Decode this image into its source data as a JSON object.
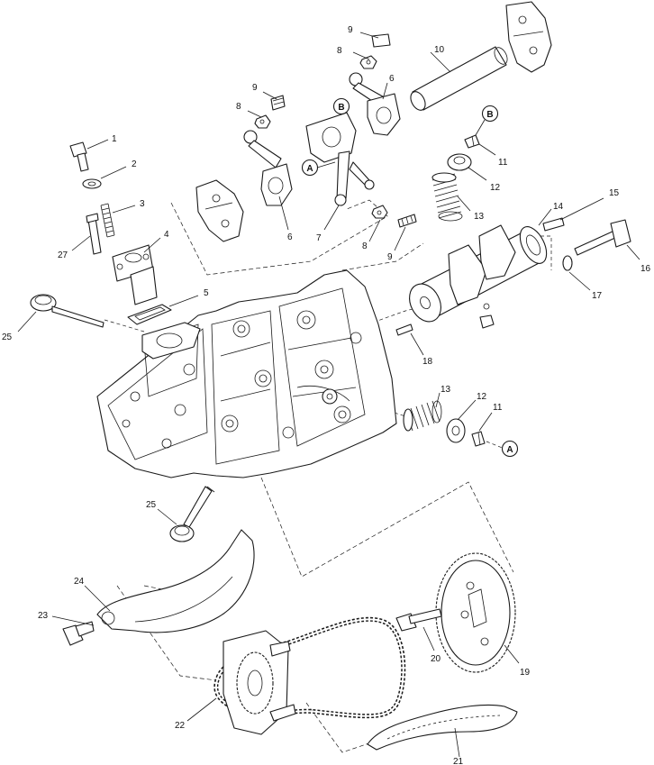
{
  "callouts": [
    {
      "id": "c1",
      "label": "1"
    },
    {
      "id": "c2",
      "label": "2"
    },
    {
      "id": "c3",
      "label": "3"
    },
    {
      "id": "c4",
      "label": "4"
    },
    {
      "id": "c5",
      "label": "5"
    },
    {
      "id": "c6a",
      "label": "6"
    },
    {
      "id": "c6b",
      "label": "6"
    },
    {
      "id": "c7",
      "label": "7"
    },
    {
      "id": "c8a",
      "label": "8"
    },
    {
      "id": "c8b",
      "label": "8"
    },
    {
      "id": "c8c",
      "label": "8"
    },
    {
      "id": "c9a",
      "label": "9"
    },
    {
      "id": "c9b",
      "label": "9"
    },
    {
      "id": "c9c",
      "label": "9"
    },
    {
      "id": "c10",
      "label": "10"
    },
    {
      "id": "c11a",
      "label": "11"
    },
    {
      "id": "c11b",
      "label": "11"
    },
    {
      "id": "c12a",
      "label": "12"
    },
    {
      "id": "c12b",
      "label": "12"
    },
    {
      "id": "c13a",
      "label": "13"
    },
    {
      "id": "c13b",
      "label": "13"
    },
    {
      "id": "c14",
      "label": "14"
    },
    {
      "id": "c15",
      "label": "15"
    },
    {
      "id": "c16",
      "label": "16"
    },
    {
      "id": "c17",
      "label": "17"
    },
    {
      "id": "c18",
      "label": "18"
    },
    {
      "id": "c19",
      "label": "19"
    },
    {
      "id": "c20",
      "label": "20"
    },
    {
      "id": "c21",
      "label": "21"
    },
    {
      "id": "c22",
      "label": "22"
    },
    {
      "id": "c23",
      "label": "23"
    },
    {
      "id": "c24",
      "label": "24"
    },
    {
      "id": "c25a",
      "label": "25"
    },
    {
      "id": "c25b",
      "label": "25"
    },
    {
      "id": "c27",
      "label": "27"
    }
  ],
  "reference_markers": [
    {
      "id": "mA1",
      "label": "A"
    },
    {
      "id": "mA2",
      "label": "A"
    },
    {
      "id": "mB1",
      "label": "B"
    },
    {
      "id": "mB2",
      "label": "B"
    }
  ]
}
